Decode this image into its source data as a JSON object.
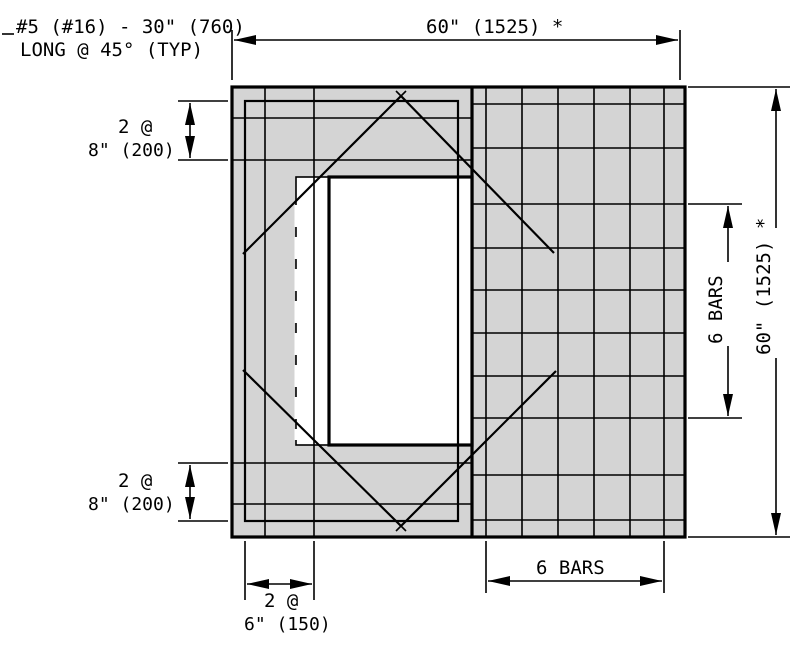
{
  "notes": {
    "diagonal_bar_line1": "#5 (#16) - 30\" (760)",
    "diagonal_bar_line2": "LONG @ 45° (TYP)",
    "top_dimension": "60\" (1525) *",
    "right_dimension": "60\" (1525) *",
    "vertical_bars": "6 BARS",
    "horizontal_bars": "6 BARS",
    "top_spacing_line1": "2 @",
    "top_spacing_line2": "8\" (200)",
    "bottom_spacing_line1": "2 @",
    "bottom_spacing_line2": "8\" (200)",
    "bottom_left_spacing_line1": "2 @",
    "bottom_left_spacing_line2": "6\" (150)"
  },
  "colors": {
    "slab_fill": "#d4d4d4",
    "opening_fill": "#ffffff",
    "line": "#000000"
  }
}
